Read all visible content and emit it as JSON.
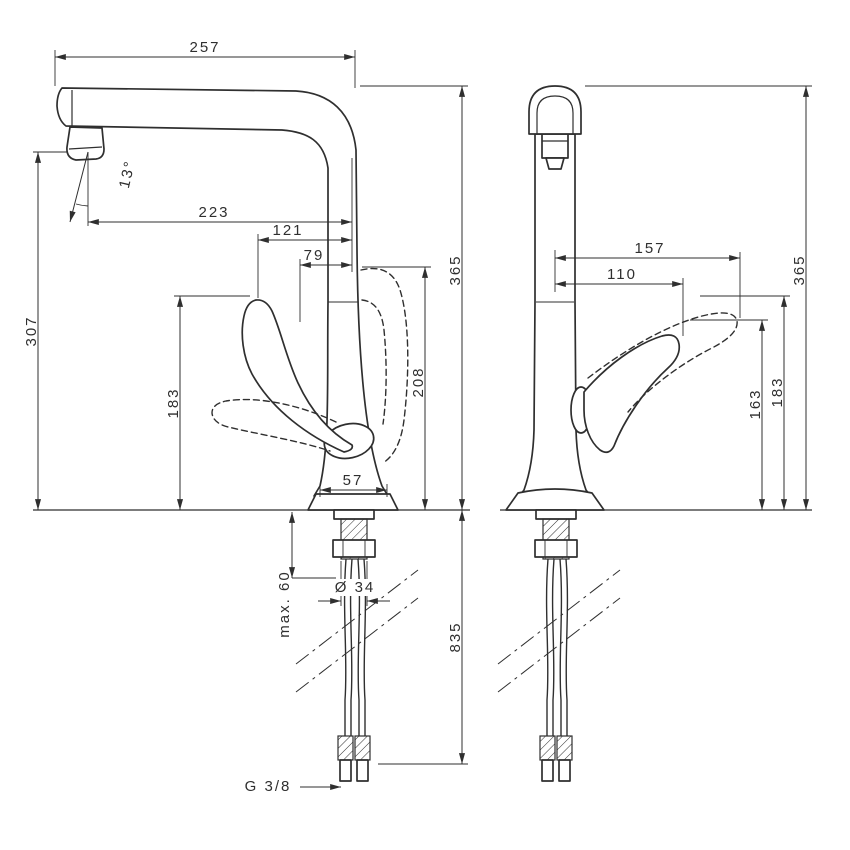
{
  "drawing": {
    "background": "#ffffff",
    "ink": "#2f2f2f",
    "side_view": {
      "width_total": "257",
      "spout_angle": "13°",
      "reach_outlet": "223",
      "reach_handle": "121",
      "reach_79": "79",
      "height_outlet": "307",
      "height_handle": "183",
      "height_raised": "208",
      "height_total": "365",
      "base_width": "57",
      "mount_max": "max. 60",
      "hole_diameter": "Ø 34",
      "hose_length": "835",
      "thread": "G 3/8"
    },
    "front_view": {
      "reach_max": "157",
      "reach_handle": "110",
      "height_total": "365",
      "height_handle": "183",
      "height_grip": "163"
    }
  }
}
